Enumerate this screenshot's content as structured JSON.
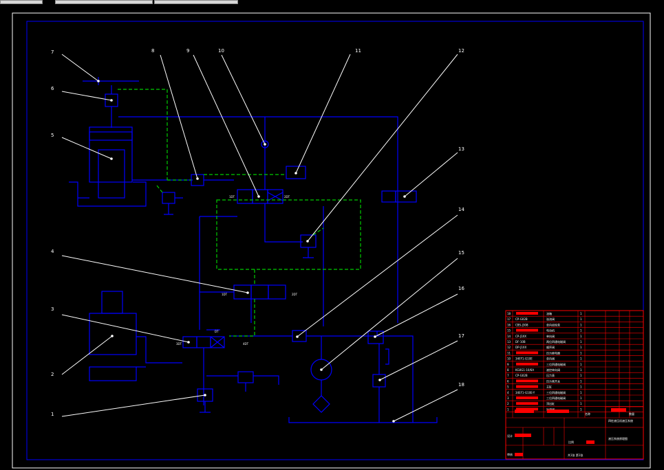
{
  "drawing": {
    "callouts": [
      "1",
      "2",
      "3",
      "4",
      "5",
      "6",
      "7",
      "8",
      "9",
      "10",
      "11",
      "12",
      "13",
      "14",
      "15",
      "16",
      "17",
      "18"
    ],
    "port_labels": {
      "v9_left": "1DT",
      "v9_right": "2DT",
      "v4_left": "1DT",
      "v4_right": "2DT",
      "v3_left": "3DT",
      "v3_right": "4DT",
      "v3_top": "DT"
    }
  },
  "title_block": {
    "rows": [
      {
        "no": "18",
        "code": "",
        "name": "油箱",
        "qty": "1"
      },
      {
        "no": "17",
        "code": "CP-G02B",
        "name": "溢流阀",
        "qty": "1"
      },
      {
        "no": "16",
        "code": "CBS-J308",
        "name": "单向齿轮泵",
        "qty": "1"
      },
      {
        "no": "15",
        "code": "",
        "name": "电动机",
        "qty": "1"
      },
      {
        "no": "14",
        "code": "CP-J1XX",
        "name": "单向阀",
        "qty": "1"
      },
      {
        "no": "13",
        "code": "DF-10B",
        "name": "两位四通电磁阀",
        "qty": "1"
      },
      {
        "no": "12",
        "code": "DP-J1XX",
        "name": "顺序阀",
        "qty": "1"
      },
      {
        "no": "11",
        "code": "",
        "name": "压力继电器",
        "qty": "1"
      },
      {
        "no": "10",
        "code": "34EF1-G10E",
        "name": "单向阀",
        "qty": "1"
      },
      {
        "no": "9",
        "code": "",
        "name": "三位四通电磁阀",
        "qty": "1"
      },
      {
        "no": "8",
        "code": "KG0G1-10/6A",
        "name": "液控单向阀",
        "qty": "1"
      },
      {
        "no": "7",
        "code": "CP-G02B",
        "name": "压力表",
        "qty": "1"
      },
      {
        "no": "6",
        "code": "",
        "name": "压力表开关",
        "qty": "1"
      },
      {
        "no": "5",
        "code": "",
        "name": "主缸",
        "qty": "1"
      },
      {
        "no": "4",
        "code": "34EF1-G10E-Y",
        "name": "三位四通电磁阀",
        "qty": "1"
      },
      {
        "no": "3",
        "code": "",
        "name": "三位四通电磁阀",
        "qty": "1"
      },
      {
        "no": "2",
        "code": "",
        "name": "顶出缸",
        "qty": "1"
      },
      {
        "no": "1",
        "code": "",
        "name": "溢流阀",
        "qty": "1"
      }
    ],
    "header": {
      "no": "序号",
      "name": "名称",
      "qty": "数量"
    },
    "drawing_title": "四柱液压机液压系统",
    "drawing_title_2": "液压系统原理图",
    "school": "设计",
    "sheet": "共1张 第1张",
    "scale_label": "比例",
    "design_label": "设计",
    "check_label": "审核"
  },
  "colors": {
    "frame": "#0000ff",
    "pipe": "#0000ff",
    "pilot": "#00cc00",
    "callout": "#ffffff",
    "table": "#ff0000",
    "redfill": "#ff0000"
  }
}
